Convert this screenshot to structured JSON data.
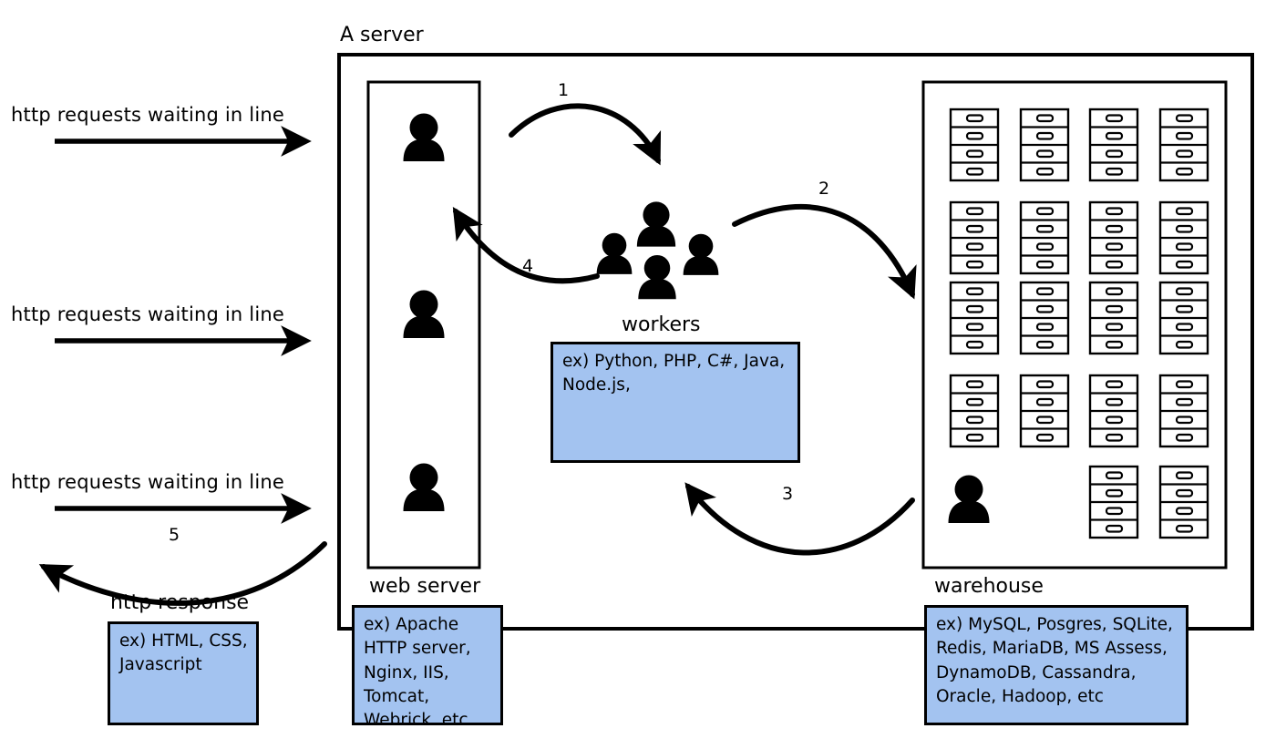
{
  "diagram": {
    "title": "A server",
    "type": "architecture-flow",
    "accent_color": "#a3c3f0",
    "stroke_color": "#000000",
    "background": "#ffffff"
  },
  "inbound": {
    "requests": [
      {
        "label": "http requests waiting in line"
      },
      {
        "label": "http requests waiting in line"
      },
      {
        "label": "http requests waiting in line"
      }
    ]
  },
  "response": {
    "caption": "http response",
    "step": "5",
    "examples": "ex) HTML, CSS, Javascript"
  },
  "web_server": {
    "caption": "web server",
    "examples": "ex) Apache HTTP server, Nginx, IIS, Tomcat, Webrick, etc",
    "queue_count": 3,
    "queue_icon": "person-icon"
  },
  "workers": {
    "caption": "workers",
    "examples": "ex) Python, PHP, C#, Java, Node.js,",
    "count": 4,
    "icon": "people-group-icon"
  },
  "warehouse": {
    "caption": "warehouse",
    "examples": "ex) MySQL, Posgres, SQLite, Redis, MariaDB, MS Assess, DynamoDB, Cassandra, Oracle, Hadoop, etc",
    "cabinet_icon": "filing-cabinet-icon",
    "cabinet_rows": [
      4,
      4,
      4,
      4,
      2
    ],
    "drawers_per_cabinet": 4,
    "worker_icon": "person-icon"
  },
  "steps": [
    {
      "id": "1",
      "label": "1",
      "from": "web server",
      "to": "workers"
    },
    {
      "id": "2",
      "label": "2",
      "from": "workers",
      "to": "warehouse"
    },
    {
      "id": "3",
      "label": "3",
      "from": "warehouse",
      "to": "workers"
    },
    {
      "id": "4",
      "label": "4",
      "from": "workers",
      "to": "web server"
    },
    {
      "id": "5",
      "label": "5",
      "from": "web server",
      "to": "client"
    }
  ]
}
